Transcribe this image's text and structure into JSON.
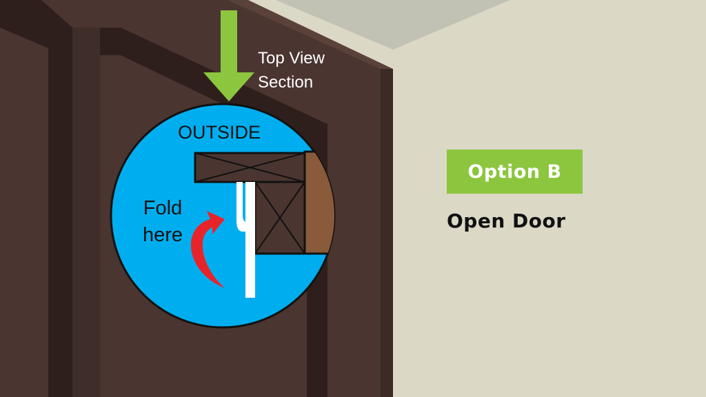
{
  "colors": {
    "wall": "#dbd8c6",
    "ceiling": "#c2c2b4",
    "door_frame": "#4a3530",
    "door_frame_shadow": "#2e1f1c",
    "section_background": "#00aeef",
    "arrow_green": "#8cc63e",
    "fold_arrow_red": "#e8242b",
    "door_edge_brown": "#8a5b3a",
    "badge_green": "#8cc63e"
  },
  "callout": {
    "label_line1": "Top View",
    "label_line2": "Section",
    "arrow_icon": "down-arrow-icon"
  },
  "section_view": {
    "outside_label": "OUTSIDE",
    "fold_line1": "Fold",
    "fold_line2": "here",
    "fold_icon": "curved-arrow-icon"
  },
  "option": {
    "badge_text": "Option B",
    "subtitle": "Open Door"
  }
}
